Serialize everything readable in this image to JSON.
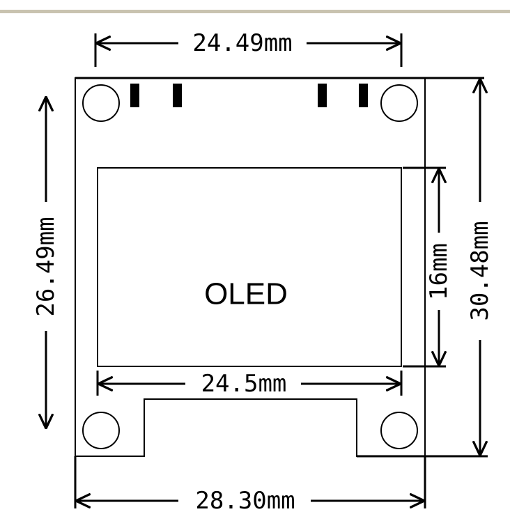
{
  "colors": {
    "ink": "#000000",
    "paper": "#ffffff",
    "header_bar": "#c9c3b0"
  },
  "screen": {
    "label": "OLED"
  },
  "dimensions": {
    "top_hole_spacing": "24.49mm",
    "screen_width": "24.5mm",
    "board_width": "28.30mm",
    "left_height": "26.49mm",
    "screen_height": "16mm",
    "board_height": "30.48mm"
  }
}
